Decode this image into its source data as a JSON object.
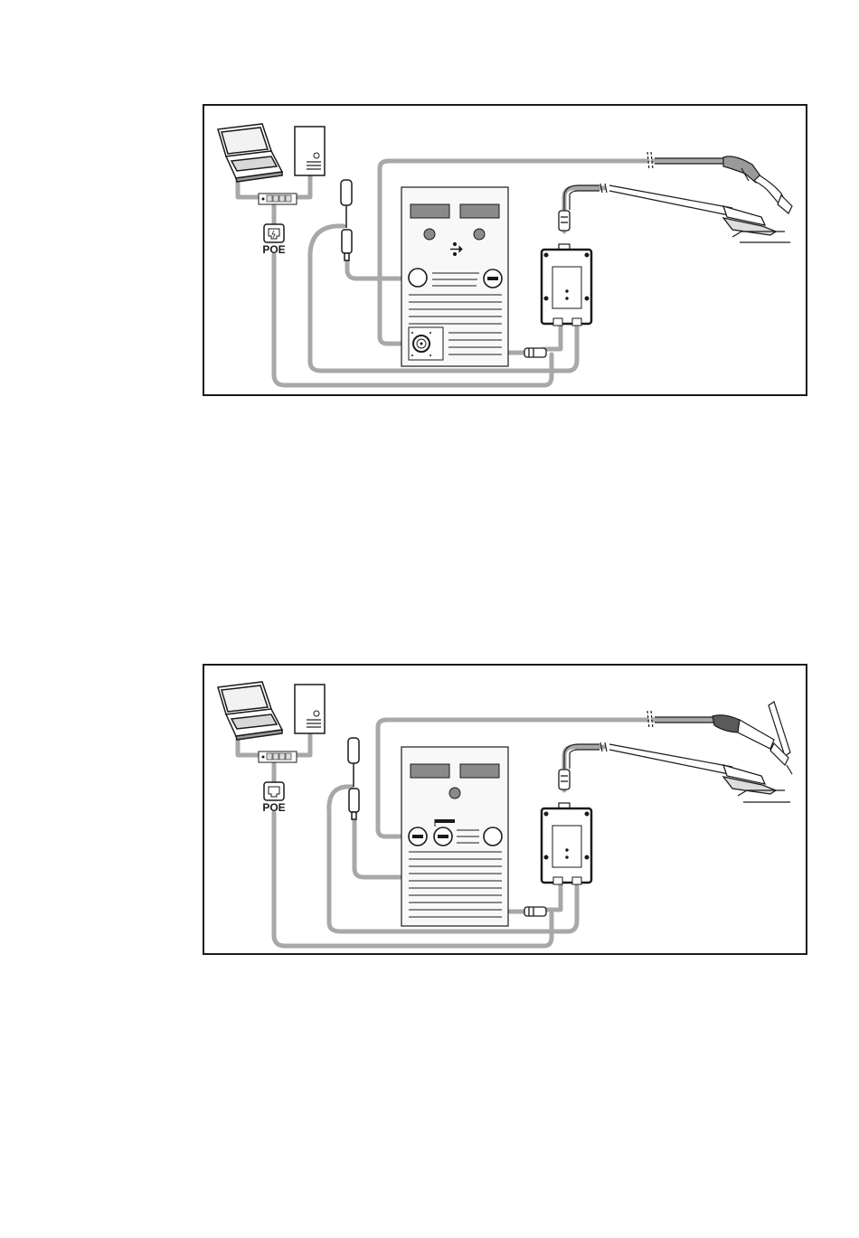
{
  "figures": [
    {
      "id": "mig",
      "poe_label": "POE"
    },
    {
      "id": "tig",
      "poe_label": "POE"
    }
  ],
  "colors": {
    "cable": "#a8a8a8",
    "line": "#1a1a1a",
    "panel_fill": "#f6f6f6",
    "display": "#8a8a8a"
  }
}
